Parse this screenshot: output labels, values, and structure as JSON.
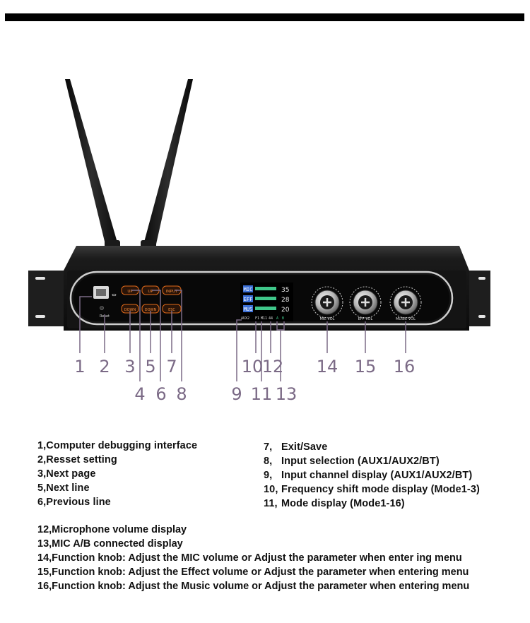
{
  "device": {
    "buttons": {
      "up_1": "UP",
      "up_2": "UP",
      "input": "INPUT",
      "down_1": "DOWN",
      "down_2": "DOWN",
      "esc": "ESC"
    },
    "reset_label": "Reset",
    "display": {
      "rows": [
        {
          "tag": "MIC",
          "value": "35"
        },
        {
          "tag": "EFF",
          "value": "28"
        },
        {
          "tag": "MUS",
          "value": "20"
        }
      ],
      "status": [
        "AUX2",
        "F1",
        "M11",
        "44",
        "A",
        "B"
      ]
    },
    "knobs": [
      {
        "label": "MIC VOL"
      },
      {
        "label": "EFF VOL"
      },
      {
        "label": "MUSIC VOL"
      }
    ]
  },
  "callouts": [
    "1",
    "2",
    "3",
    "5",
    "7",
    "10",
    "12",
    "14",
    "15",
    "16",
    "4",
    "6",
    "8",
    "9",
    "11",
    "13"
  ],
  "legend": {
    "left": [
      "1,Computer debugging interface",
      "2,Resset setting",
      "3,Next page",
      "5,Next line",
      "6,Previous line"
    ],
    "right": [
      {
        "num": "7,",
        "text": "Exit/Save"
      },
      {
        "num": "8,",
        "text": "Input selection (AUX1/AUX2/BT)"
      },
      {
        "num": "9,",
        "text": "Input channel display (AUX1/AUX2/BT)"
      },
      {
        "num": "10,",
        "text": "Frequency shift mode display (Mode1-3)"
      },
      {
        "num": "11,",
        "text": "Mode display (Mode1-16)"
      }
    ],
    "bottom": [
      "12,Microphone volume display",
      "13,MIC A/B connected display",
      "14,Function knob: Adjust the MIC volume or Adjust the parameter when enter ing menu",
      "15,Function knob: Adjust the Effect volume or Adjust the parameter when entering menu",
      "16,Function knob: Adjust the Music volume or Adjust the parameter when entering menu"
    ]
  }
}
